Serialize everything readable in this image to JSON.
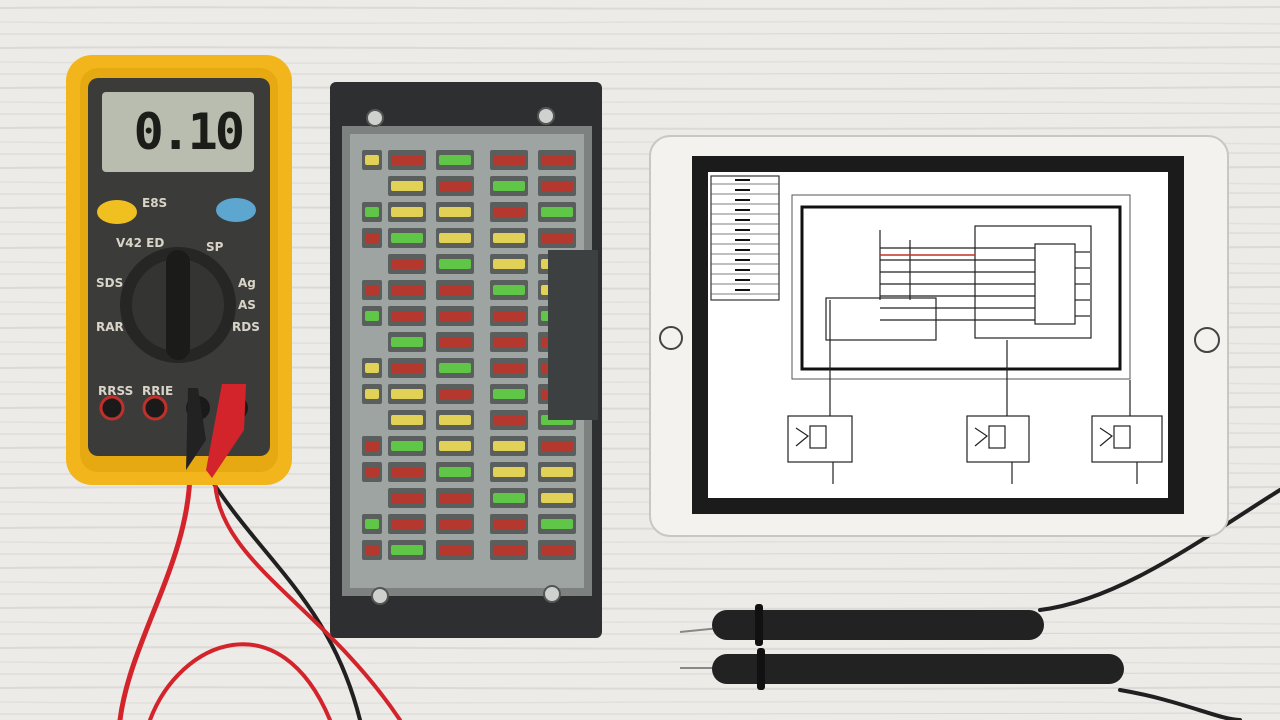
{
  "multimeter": {
    "display_value": "0.10",
    "labels": {
      "top_center": "E8S",
      "dial_top_left": "V42 ED",
      "dial_top_mid": "SP",
      "dial_left_1": "SDS",
      "dial_left_2": "RAR",
      "dial_right_1": "Ag",
      "dial_right_2": "AS",
      "dial_right_3": "RDS",
      "jack_left": "RRSS",
      "jack_mid": "RRIE"
    },
    "body_color": "#f2b51c",
    "face_color": "#3b3c3a"
  },
  "fuse_box": {
    "frame_color": "#2e2f30"
  },
  "tablet": {
    "bezel_color": "#f3f2ee",
    "screen_frame_color": "#1b1b1b"
  },
  "colors": {
    "table": "#ecebe8",
    "probe_red": "#d3242c",
    "probe_black": "#202020",
    "fuse_green": "#5fc648",
    "fuse_yellow": "#e2d157",
    "fuse_red": "#b5382e"
  }
}
